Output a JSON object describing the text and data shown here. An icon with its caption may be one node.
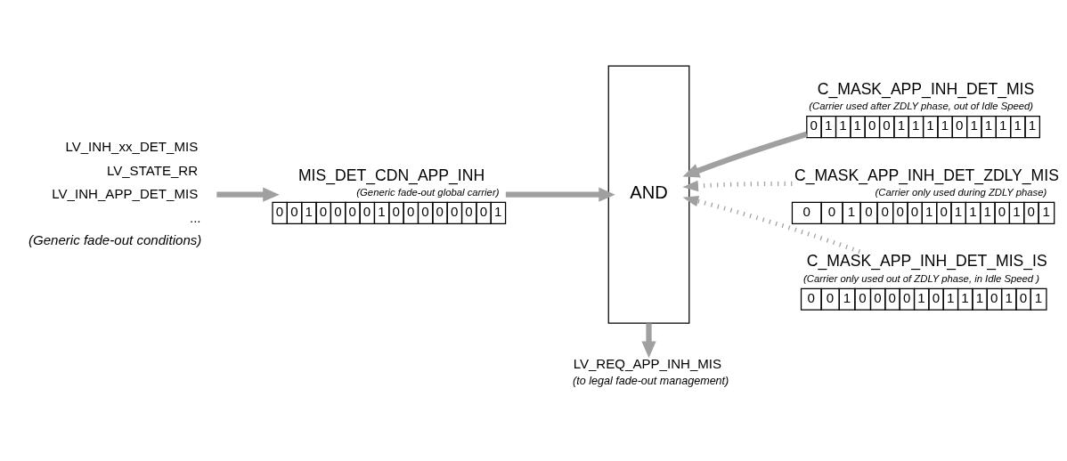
{
  "diagram": {
    "nodes": [
      {
        "text": [
          "MIS_DET_CDN_APP_INH",
          "(Generic fade-out global carrier)",
          "0",
          "0",
          "1",
          "0",
          "0",
          "0",
          "0",
          "1",
          "0",
          "0",
          "0",
          "0",
          "0",
          "0",
          "0",
          "1"
        ]
      },
      {
        "text": [
          "LV_INH_xx_DET_MIS",
          "LV_STATE_RR",
          "LV_INH_APP_DET_MIS",
          "..."
        ],
        "beside": [
          "(Generic fade-out conditions)"
        ]
      },
      {
        "text": [
          "AND"
        ]
      },
      {
        "text": [
          "C_MASK_APP_INH_DET_MIS",
          "(Carrier used after ZDLY phase, out of Idle Speed)",
          "0",
          "1",
          "1",
          "1",
          "0",
          "0",
          "1",
          "1",
          "1",
          "1",
          "0",
          "1",
          "1",
          "1",
          "1",
          "1"
        ]
      },
      {
        "text": [
          "C_MASK_APP_INH_DET_ZDLY_MIS",
          "(Carrier only used during ZDLY phase)",
          "0",
          "0",
          "1",
          "0",
          "0",
          "0",
          "0",
          "1",
          "0",
          "1",
          "1",
          "1",
          "0",
          "1",
          "0",
          "1"
        ]
      },
      {
        "text": [
          "C_MASK_APP_INH_DET_MIS_IS",
          "(Carrier only used out of ZDLY phase, in Idle Speed )",
          "0",
          "0",
          "1",
          "0",
          "0",
          "0",
          "0",
          "1",
          "0",
          "1",
          "1",
          "1",
          "0",
          "1",
          "0",
          "1"
        ]
      },
      {
        "text": [
          "LV_REQ_APP_INH_MIS",
          "(to legal fade-out management)"
        ]
      }
    ],
    "edges": [
      {
        "from": 1,
        "to": 0,
        "arrow": "to"
      },
      {
        "from": 0,
        "to": 2,
        "arrow": "to"
      },
      {
        "from": 3,
        "to": 2,
        "arrow": "to"
      },
      {
        "from": 4,
        "to": 2,
        "arrow": "to",
        "style": "dashed"
      },
      {
        "from": 5,
        "to": 2,
        "arrow": "to",
        "style": "dashed"
      },
      {
        "from": 2,
        "to": 6,
        "arrow": "to"
      }
    ]
  }
}
